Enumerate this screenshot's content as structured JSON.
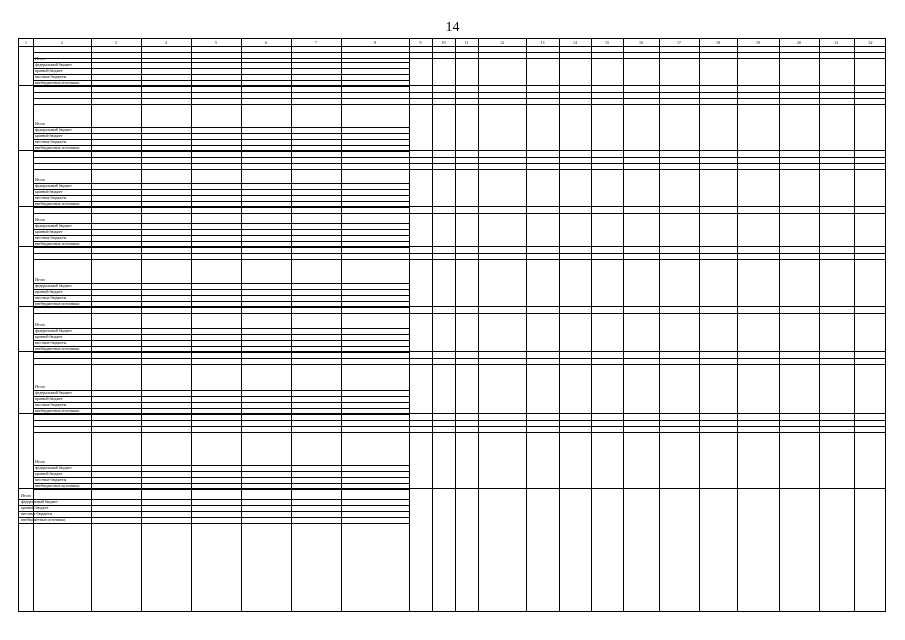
{
  "page_number": "14",
  "column_indices": [
    "1",
    "2",
    "3",
    "4",
    "5",
    "6",
    "7",
    "8",
    "9",
    "10",
    "11",
    "12",
    "13",
    "14",
    "15",
    "16",
    "17",
    "18",
    "19",
    "20",
    "21",
    "22"
  ],
  "row_labels": {
    "total": "Итого",
    "federal": "федеральный бюджет",
    "regional": "краевой бюджет",
    "local": "местные бюджеты",
    "offbudget": "внебюджетные источники"
  },
  "blocks": [
    {
      "headers": 2,
      "rows": 5
    },
    {
      "headers": 3,
      "rows": 5
    },
    {
      "headers": 3,
      "rows": 5
    },
    {
      "headers": 1,
      "rows": 5
    },
    {
      "headers": 2,
      "rows": 5
    },
    {
      "headers": 1,
      "rows": 5
    },
    {
      "headers": 2,
      "rows": 5
    },
    {
      "headers": 3,
      "rows": 5
    }
  ]
}
